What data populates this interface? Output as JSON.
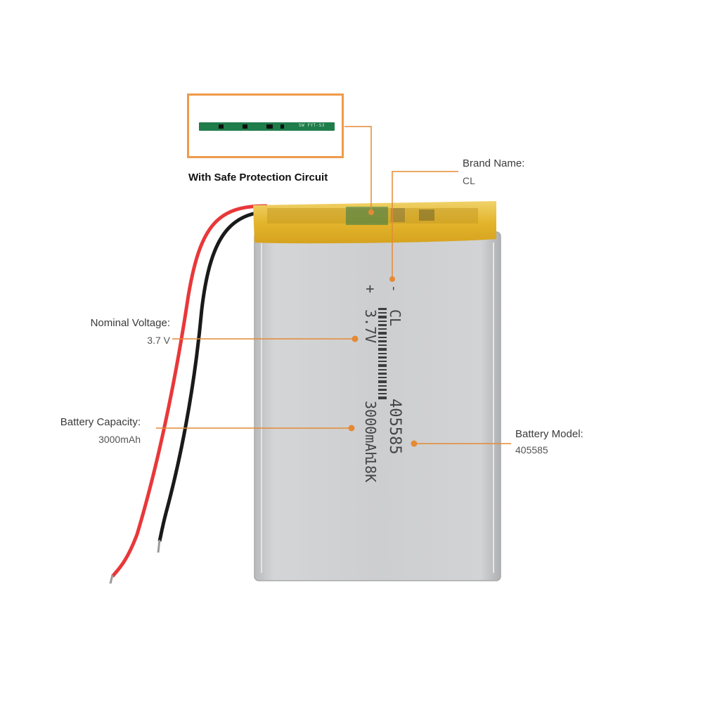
{
  "protection": {
    "caption": "With Safe Protection Circuit",
    "board_text": "SW FYT-S3"
  },
  "callouts": {
    "brand": {
      "title": "Brand Name:",
      "value": "CL"
    },
    "voltage": {
      "title": "Nominal Voltage:",
      "value": "3.7 V"
    },
    "capacity": {
      "title": "Battery Capacity:",
      "value": "3000mAh"
    },
    "model": {
      "title": "Battery Model:",
      "value": "405585"
    }
  },
  "battery_print": {
    "minus": "-",
    "plus": "+",
    "brand": "CL",
    "voltage": "3.7V",
    "model": "405585",
    "capacity": "3000mAh",
    "date": "18K"
  },
  "colors": {
    "callout_line": "#e48a35",
    "pcb_frame": "#ef9a4a",
    "pcb": "#1f7d4c",
    "tape": "#e8c23c",
    "cell": "#cfd0d2",
    "wire_red": "#e8383a",
    "wire_black": "#1a1a1a"
  }
}
